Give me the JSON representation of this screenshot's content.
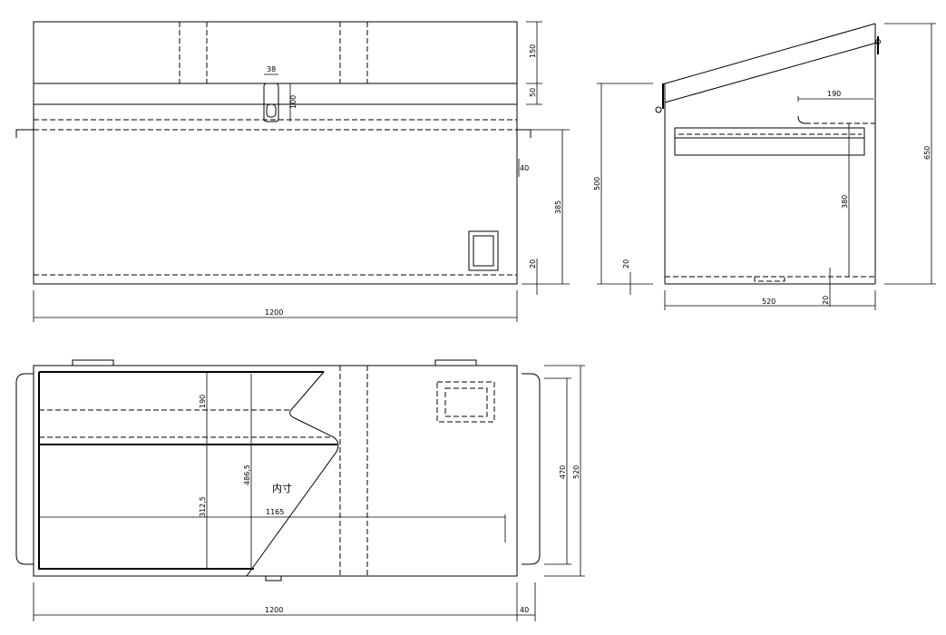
{
  "front_view": {
    "dims": {
      "latch_width": "38",
      "lid_height": "150",
      "band_height": "50",
      "latch_height": "100",
      "rim_offset": "40",
      "body_height": "385",
      "base_offset": "20",
      "total_width": "1200"
    }
  },
  "side_view": {
    "dims": {
      "front_height": "500",
      "slot_depth": "190",
      "inner_height": "380",
      "total_height": "650",
      "base_offset_left": "20",
      "base_offset_right": "20",
      "depth": "520"
    }
  },
  "top_view": {
    "inner_label": "内寸",
    "dims": {
      "lid_section": "190",
      "inner_depth": "486,5",
      "lower_section": "312,5",
      "inner_width": "1165",
      "handle_span": "470",
      "depth": "520",
      "total_width": "1200",
      "handle_offset": "40"
    }
  }
}
